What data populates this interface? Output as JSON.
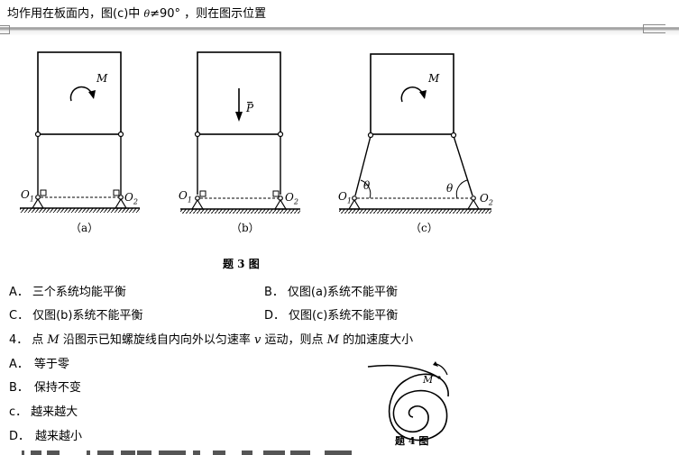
{
  "header_line": {
    "text_before": "均作用在板面内，图(c)中 ",
    "theta": "θ",
    "text_after": "≠90° ，则在图示位置"
  },
  "figure3": {
    "caption": "题 3 图",
    "panels": [
      {
        "id": "a",
        "label": "（a）",
        "load": "M",
        "load_type": "moment-clockwise",
        "o1": "O",
        "o1_sub": "1",
        "o2": "O",
        "o2_sub": "2"
      },
      {
        "id": "b",
        "label": "（b）",
        "load": "P",
        "load_type": "force-down",
        "o1": "O",
        "o1_sub": "1",
        "o2": "O",
        "o2_sub": "2"
      },
      {
        "id": "c",
        "label": "（c）",
        "load": "M",
        "load_type": "moment-clockwise",
        "angle": "θ",
        "o1": "O",
        "o1_sub": "1",
        "o2": "O",
        "o2_sub": "2"
      }
    ]
  },
  "question3": {
    "options": [
      {
        "key": "A．",
        "text": "三个系统均能平衡"
      },
      {
        "key": "B．",
        "text": "仅图(a)系统不能平衡"
      },
      {
        "key": "C．",
        "text": "仅图(b)系统不能平衡"
      },
      {
        "key": "D．",
        "text": "仅图(c)系统不能平衡"
      }
    ]
  },
  "question4": {
    "number": "4．",
    "text_1": "点 ",
    "point": "M",
    "text_2": " 沿图示已知螺旋线自内向外以匀速率 ",
    "speed": "v",
    "text_3": " 运动，则点 ",
    "point2": "M",
    "text_4": " 的加速度大小",
    "options": [
      {
        "key": "A．",
        "text": "等于零"
      },
      {
        "key": "B．",
        "text": "保持不变"
      },
      {
        "key": "c．",
        "text": "越来越大"
      },
      {
        "key": "D．",
        "text": "越来越小"
      }
    ],
    "figure": {
      "caption": "题 4 图",
      "point_label": "M"
    }
  }
}
